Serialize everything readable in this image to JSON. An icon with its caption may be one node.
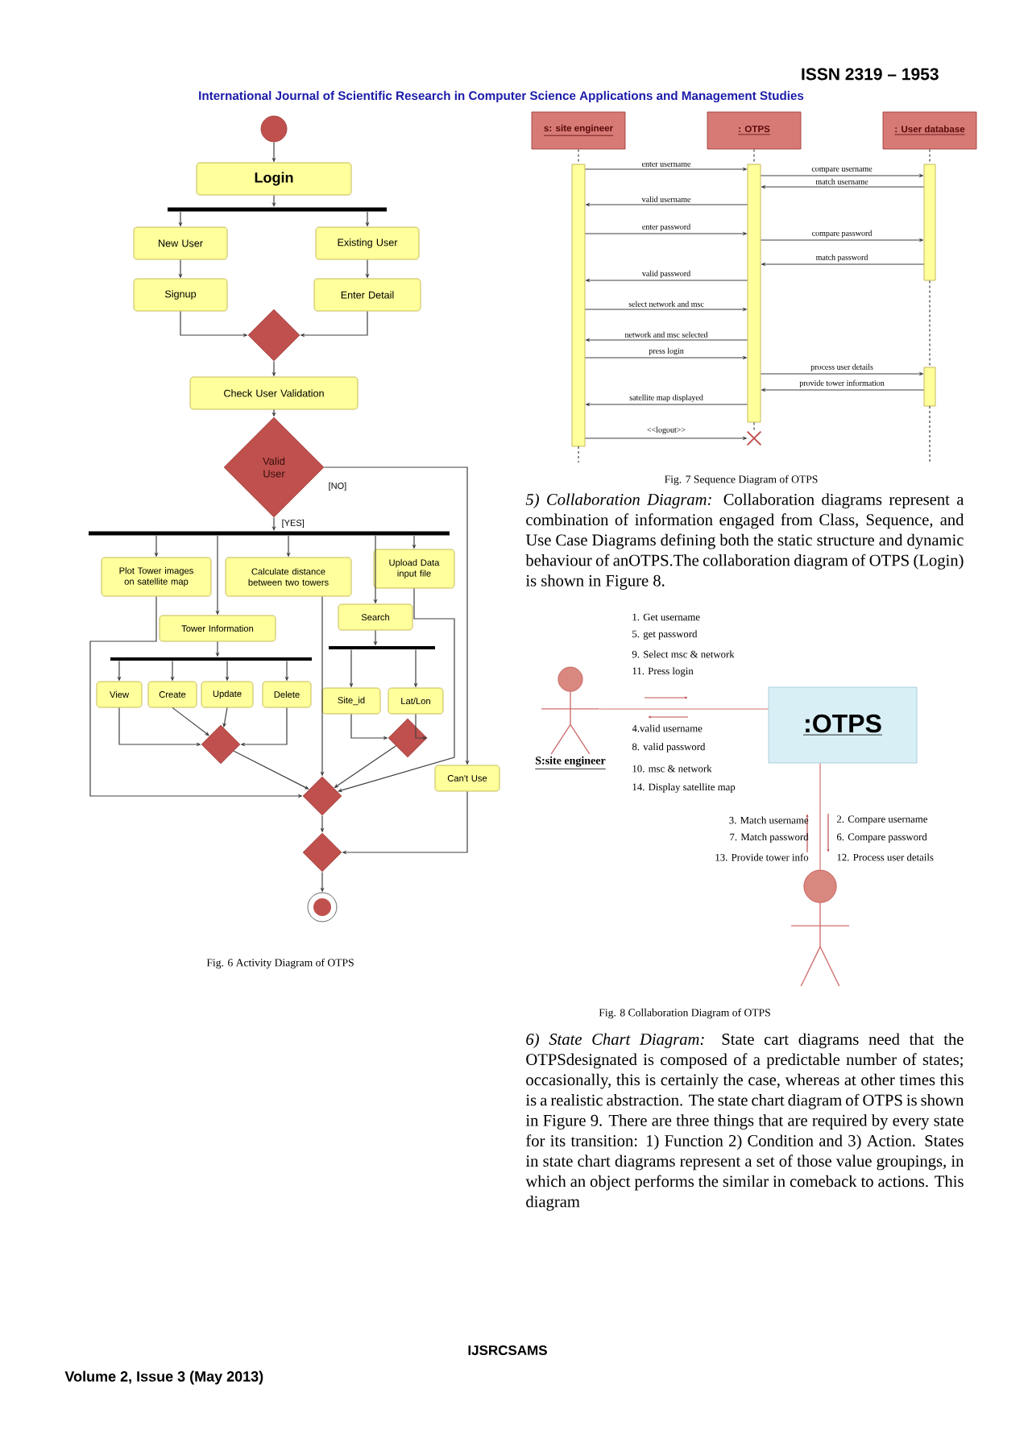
{
  "diagram": {
    "nodes": [
      {
        "text": [],
        "shape": "circle"
      },
      {
        "text": [
          "Login"
        ]
      },
      {
        "text": [],
        "shape": "bar"
      },
      {
        "text": [
          "New User"
        ]
      },
      {
        "text": [
          "Existing User"
        ]
      },
      {
        "text": [
          "Signup"
        ]
      },
      {
        "text": [
          "Enter Detail"
        ]
      },
      {
        "text": [],
        "shape": "diamond"
      },
      {
        "text": [
          "Check User Validation"
        ]
      },
      {
        "text": [
          "Valid User"
        ]
      },
      {
        "text": [],
        "shape": "bar"
      },
      {
        "text": [
          "Plot Tower images on satellite map"
        ]
      },
      {
        "text": [
          "Calculate distance between two towers"
        ]
      },
      {
        "text": [
          "Upload Data input file"
        ]
      },
      {
        "text": [
          "Tower Information"
        ]
      },
      {
        "text": [
          "Search"
        ]
      },
      {
        "text": [],
        "shape": "bar"
      },
      {
        "text": [],
        "shape": "bar"
      },
      {
        "text": [
          "View"
        ]
      },
      {
        "text": [
          "Create"
        ]
      },
      {
        "text": [
          "Update"
        ]
      },
      {
        "text": [
          "Delete"
        ]
      },
      {
        "text": [
          "Site_id"
        ]
      },
      {
        "text": [
          "Lat/Lon"
        ]
      },
      {
        "text": [],
        "shape": "diamond"
      },
      {
        "text": [],
        "shape": "diamond"
      },
      {
        "text": [
          "Can't Use"
        ]
      },
      {
        "text": [],
        "shape": "diamond"
      },
      {
        "text": [],
        "shape": "diamond"
      },
      {
        "text": [],
        "shape": "circle"
      },
      {
        "text": [
          "s: site engineer"
        ]
      },
      {
        "text": [
          ": OTPS"
        ]
      },
      {
        "text": [
          ": User database"
        ]
      },
      {
        "text": [],
        "shape": "box"
      },
      {
        "text": [],
        "shape": "box"
      },
      {
        "text": [],
        "shape": "box"
      },
      {
        "text": [],
        "shape": "box"
      },
      {
        "text": [],
        "shape": "cross"
      },
      {
        "text": [
          "S:site engineer"
        ]
      },
      {
        "text": [
          ":OTPS"
        ]
      },
      {
        "text": [],
        "shape": "person"
      }
    ],
    "edges": [
      {
        "from": 0,
        "to": 1,
        "arrow": "to"
      },
      {
        "from": 1,
        "to": 2,
        "arrow": "to"
      },
      {
        "from": 2,
        "to": 3,
        "arrow": "to"
      },
      {
        "from": 2,
        "to": 4,
        "arrow": "to"
      },
      {
        "from": 3,
        "to": 5,
        "arrow": "to"
      },
      {
        "from": 4,
        "to": 6,
        "arrow": "to"
      },
      {
        "from": 5,
        "to": 7,
        "arrow": "to"
      },
      {
        "from": 6,
        "to": 7,
        "arrow": "to"
      },
      {
        "from": 7,
        "to": 8,
        "arrow": "to"
      },
      {
        "from": 8,
        "to": 9,
        "arrow": "to"
      },
      {
        "from": 9,
        "to": 10,
        "arrow": "to",
        "label": "[YES]"
      },
      {
        "from": 9,
        "to": 26,
        "arrow": "to",
        "label": "[NO]"
      },
      {
        "from": 10,
        "to": 11,
        "arrow": "to"
      },
      {
        "from": 10,
        "to": 14,
        "arrow": "to"
      },
      {
        "from": 10,
        "to": 12,
        "arrow": "to"
      },
      {
        "from": 10,
        "to": 15,
        "arrow": "to"
      },
      {
        "from": 10,
        "to": 13,
        "arrow": "to"
      },
      {
        "from": 14,
        "to": 16,
        "arrow": "to"
      },
      {
        "from": 16,
        "to": 18,
        "arrow": "to"
      },
      {
        "from": 16,
        "to": 19,
        "arrow": "to"
      },
      {
        "from": 16,
        "to": 20,
        "arrow": "to"
      },
      {
        "from": 16,
        "to": 21,
        "arrow": "to"
      },
      {
        "from": 15,
        "to": 17,
        "arrow": "to"
      },
      {
        "from": 17,
        "to": 22,
        "arrow": "to"
      },
      {
        "from": 17,
        "to": 23,
        "arrow": "to"
      },
      {
        "from": 18,
        "to": 24,
        "arrow": "to"
      },
      {
        "from": 19,
        "to": 24,
        "arrow": "to"
      },
      {
        "from": 20,
        "to": 24,
        "arrow": "to"
      },
      {
        "from": 21,
        "to": 24,
        "arrow": "to"
      },
      {
        "from": 22,
        "to": 25,
        "arrow": "to"
      },
      {
        "from": 23,
        "to": 25,
        "arrow": "to"
      },
      {
        "from": 24,
        "to": 27,
        "arrow": "to"
      },
      {
        "from": 11,
        "to": 27,
        "arrow": "to"
      },
      {
        "from": 12,
        "to": 27,
        "arrow": "to"
      },
      {
        "from": 25,
        "to": 27,
        "arrow": "to"
      },
      {
        "from": 13,
        "to": 27,
        "arrow": "to"
      },
      {
        "from": 27,
        "to": 28,
        "arrow": "to"
      },
      {
        "from": 26,
        "to": 28,
        "arrow": "to"
      },
      {
        "from": 28,
        "to": 29,
        "arrow": "to"
      },
      {
        "from": 30,
        "to": 33,
        "arrow": "none",
        "style": "dashed"
      },
      {
        "from": 31,
        "to": 34,
        "arrow": "none",
        "style": "dashed"
      },
      {
        "from": 32,
        "to": 35,
        "arrow": "none",
        "style": "dashed"
      },
      {
        "from": 35,
        "to": 36,
        "arrow": "none",
        "style": "dashed"
      },
      {
        "from": 34,
        "to": 37,
        "arrow": "none",
        "style": "dashed"
      },
      {
        "from": 33,
        "to": 34,
        "arrow": "to",
        "label": "enter username"
      },
      {
        "from": 34,
        "to": 35,
        "arrow": "to",
        "label": "compare username"
      },
      {
        "from": 35,
        "to": 34,
        "arrow": "to",
        "label": "match username"
      },
      {
        "from": 34,
        "to": 33,
        "arrow": "to",
        "label": "valid username"
      },
      {
        "from": 33,
        "to": 34,
        "arrow": "to",
        "label": "enter password"
      },
      {
        "from": 34,
        "to": 35,
        "arrow": "to",
        "label": "compare password"
      },
      {
        "from": 35,
        "to": 34,
        "arrow": "to",
        "label": "match password"
      },
      {
        "from": 34,
        "to": 33,
        "arrow": "to",
        "label": "valid password"
      },
      {
        "from": 33,
        "to": 34,
        "arrow": "to",
        "label": "select network and msc"
      },
      {
        "from": 34,
        "to": 33,
        "arrow": "to",
        "label": "network and msc selected"
      },
      {
        "from": 33,
        "to": 34,
        "arrow": "to",
        "label": "press login"
      },
      {
        "from": 34,
        "to": 36,
        "arrow": "to",
        "label": "process user details"
      },
      {
        "from": 36,
        "to": 34,
        "arrow": "to",
        "label": "provide tower information"
      },
      {
        "from": 34,
        "to": 33,
        "arrow": "to",
        "label": "satellite map displayed"
      },
      {
        "from": 33,
        "to": 37,
        "arrow": "to",
        "label": "<<logout>>"
      },
      {
        "from": 38,
        "to": 39,
        "arrow": "none",
        "color": "#d07070"
      },
      {
        "from": 39,
        "to": 40,
        "arrow": "none",
        "color": "#d07070"
      }
    ],
    "labels": [
      "ISSN 2319 – 1953",
      "International Journal of Scientific Research in Computer Science Applications and Management Studies",
      "Fig. 7 Sequence Diagram of OTPS",
      "*5) Collaboration Diagram:* Collaboration diagrams represent a combination of information engaged from Class, Sequence, and Use Case Diagrams defining both the static structure and dynamic behaviour of anOTPS.The collaboration diagram of OTPS (Login) is shown in Figure 8.",
      "1. Get username",
      "5. get password",
      "9. Select msc & network",
      "11. Press login",
      "4.valid username",
      "8. valid password",
      "10. msc & network",
      "14. Display satellite map",
      "3. Match username",
      "7. Match password",
      "13. Provide tower info",
      "2. Compare username",
      "6. Compare password",
      "12. Process user details",
      "Fig. 6 Activity Diagram of OTPS",
      "Fig. 8 Collaboration Diagram of OTPS",
      "*6) State Chart Diagram:* State cart diagrams need that the OTPSdesignated is composed of a predictable number of states; occasionally, this is certainly the case, whereas at other times this is a realistic abstraction. The state chart diagram of OTPS is shown in Figure 9. There are three things that are required by every state for its transition: 1) Function 2) Condition and 3) Action. States in state chart diagrams represent a set of those value groupings, in which an object performs the similar in comeback to actions. This diagram",
      "IJSRCSAMS",
      "Volume 2, Issue 3 (May 2013)"
    ]
  }
}
